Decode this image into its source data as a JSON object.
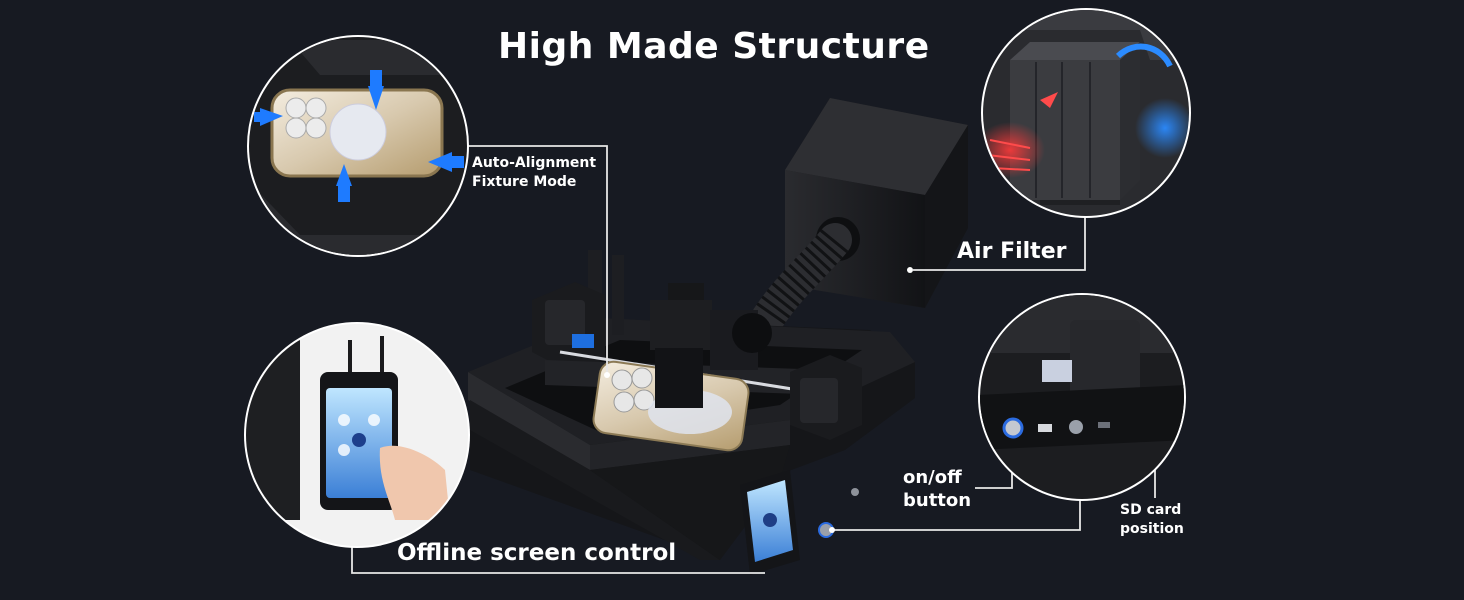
{
  "title": "High Made Structure",
  "callouts": {
    "auto_alignment": {
      "line1": "Auto-Alignment",
      "line2": "Fixture Mode"
    },
    "air_filter": "Air Filter",
    "onoff": {
      "line1": "on/off",
      "line2": "button"
    },
    "sd_card": {
      "line1": "SD card",
      "line2": "position"
    },
    "offline_screen": "Offline screen control"
  },
  "colors": {
    "background": "#171a22",
    "text": "#ffffff",
    "accent_blue": "#1e7bff",
    "accent_red": "#ff3030"
  }
}
